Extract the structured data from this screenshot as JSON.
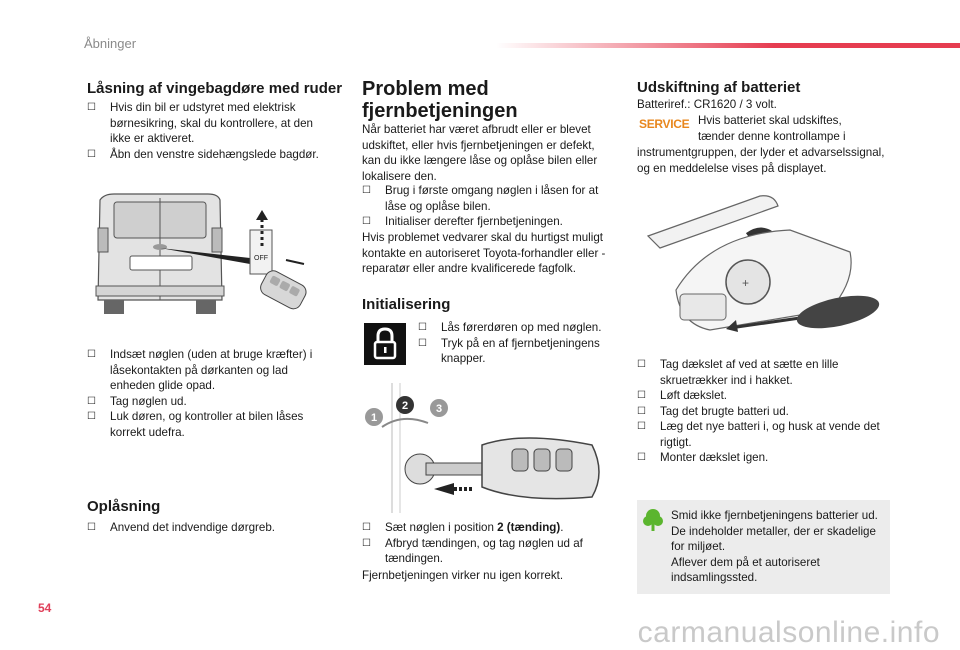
{
  "header": {
    "section": "Åbninger"
  },
  "footer": {
    "page_number": "54",
    "watermark": "carmanualsonline.info"
  },
  "col1": {
    "title": "Låsning af vingebagdøre med ruder",
    "bullets1": [
      "Hvis din bil er udstyret med elektrisk børnesikring, skal du kontrollere, at den ikke er aktiveret.",
      "Åbn den venstre sidehængslede bagdør."
    ],
    "illustration": {
      "switch_label": "OFF"
    },
    "bullets2": [
      "Indsæt nøglen (uden at bruge kræfter) i låsekontakten på dørkanten og lad enheden glide opad.",
      "Tag nøglen ud.",
      "Luk døren, og kontroller at bilen låses korrekt udefra."
    ],
    "unlock_title": "Oplåsning",
    "unlock_bullets": [
      "Anvend det indvendige dørgreb."
    ]
  },
  "col2": {
    "title_line1": "Problem med",
    "title_line2": "fjernbetjeningen",
    "intro": "Når batteriet har været afbrudt eller er blevet udskiftet, eller hvis fjernbetjeningen er defekt, kan du ikke længere låse og oplåse bilen eller lokalisere den.",
    "bullets1": [
      "Brug i første omgang nøglen i låsen for at låse og oplåse bilen.",
      "Initialiser derefter fjernbetjeningen."
    ],
    "note": "Hvis problemet vedvarer skal du hurtigst muligt kontakte en autoriseret Toyota-forhandler eller -reparatør eller andre kvalificerede fagfolk.",
    "init_title": "Initialisering",
    "init_bullets": [
      "Lås førerdøren op med nøglen.",
      "Tryk på en af fjernbetjeningens knapper."
    ],
    "step_labels": [
      "1",
      "2",
      "3"
    ],
    "final_bullet1_pre": "Sæt nøglen i position ",
    "final_bullet1_bold": "2 (tænding)",
    "final_bullet1_post": ".",
    "final_bullets": [
      "Afbryd tændingen, og tag nøglen ud af tændingen."
    ],
    "final_note": "Fjernbetjeningen virker nu igen korrekt."
  },
  "col3": {
    "title": "Udskiftning af batteriet",
    "battery_ref": "Batteriref.: CR1620 / 3 volt.",
    "service_label": "SERVICE",
    "service_text_1": "Hvis batteriet skal udskiftes,",
    "service_text_2": "tænder denne kontrollampe i",
    "service_text_3": "instrumentgruppen, der lyder et advarselssignal, og en meddelelse vises på displayet.",
    "bullets": [
      "Tag dækslet af ved at sætte en lille skruetrækker ind i hakket.",
      "Løft dækslet.",
      "Tag det brugte batteri ud.",
      "Læg det nye batteri i, og husk at vende det rigtigt.",
      "Monter dækslet igen."
    ],
    "eco_note": "Smid ikke fjernbetjeningens batterier ud. De indeholder metaller, der er skadelige for miljøet.\nAflever dem på et autoriseret indsamlingssted."
  },
  "colors": {
    "accent": "#e63c50",
    "eco_green": "#5bb52e",
    "service_orange": "#e8871e",
    "note_bg": "#ececec"
  }
}
